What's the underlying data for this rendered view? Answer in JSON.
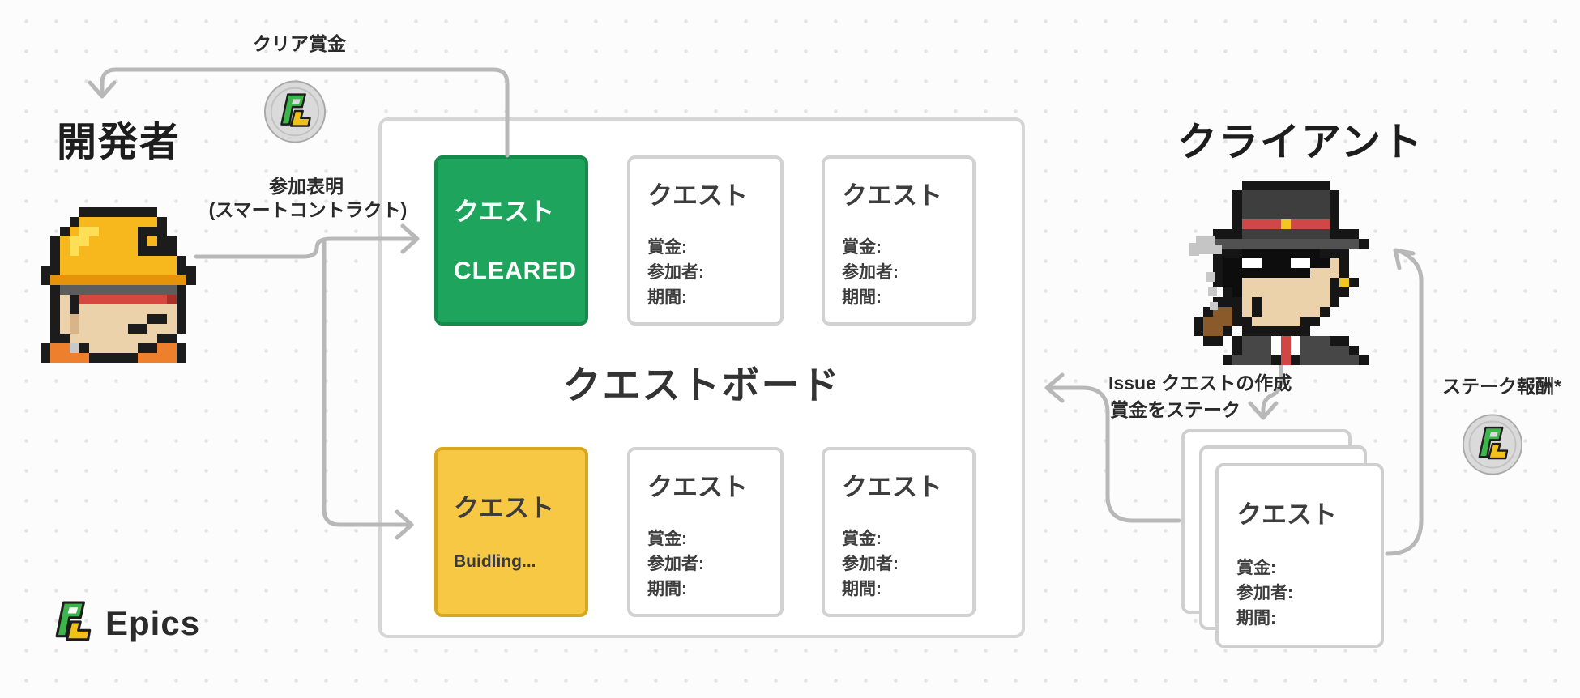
{
  "diagram": {
    "left_actor": {
      "title": "開発者"
    },
    "right_actor": {
      "title": "クライアント"
    },
    "labels": {
      "clear_reward": "クリア賞金",
      "participation_line1": "参加表明",
      "participation_line2": "(スマートコントラクト)",
      "issue_line1": "Issue クエストの作成",
      "issue_line2": "賞金をステーク",
      "stake_reward": "ステーク報酬*"
    },
    "board": {
      "title": "クエストボード",
      "cleared_card": {
        "title": "クエスト",
        "status": "CLEARED"
      },
      "building_card": {
        "title": "クエスト",
        "status": "Buidling..."
      }
    },
    "quest_card": {
      "title": "クエスト",
      "fields": [
        "賞金:",
        "参加者:",
        "期間:"
      ]
    },
    "logo": {
      "text": "Epics"
    },
    "icons": {
      "coin": "epics-token-coin",
      "developer_avatar": "pixel-construction-worker",
      "client_avatar": "pixel-tophat-client"
    },
    "colors": {
      "cleared_green": "#1ea45c",
      "building_yellow": "#f6c844",
      "arrow_gray": "#b8b8b8",
      "border_gray": "#d6d6d6",
      "logo_green": "#3cb54a",
      "logo_yellow": "#f2c118"
    }
  }
}
